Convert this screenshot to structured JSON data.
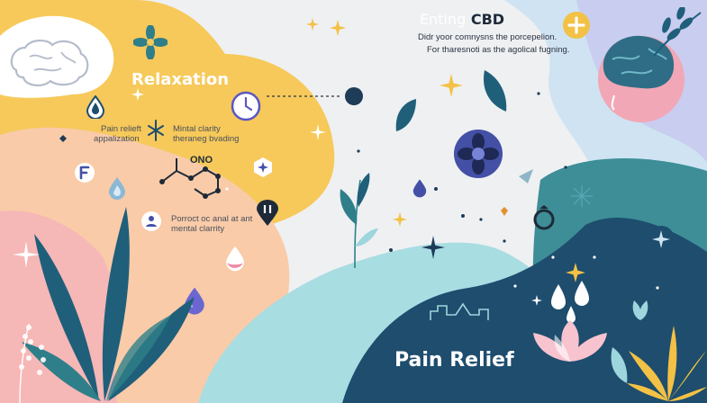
{
  "header": {
    "title_part1": "Enting",
    "title_part2": "CBD",
    "line1": "Didr yoor comnysns the porcepelion.",
    "line2": "For tharesnoti as the agolical fugning."
  },
  "relaxation": {
    "title": "Relaxation",
    "label_pain_1": "Pain relieft",
    "label_pain_2": "appalization",
    "label_clarity_1": "Mintal clarity",
    "label_clarity_2": "theraneg bvading",
    "molecule_label": "ONO",
    "info_1": "Porroct oc anal at ant",
    "info_2": "mental clarrity"
  },
  "pain_relief": {
    "title": "Pain Relief"
  },
  "colors": {
    "yellow": "#f6c95a",
    "peach": "#f9cba8",
    "pink": "#f6b7b7",
    "teal": "#2f7f8a",
    "navy": "#1e4d6e",
    "light_teal": "#9dd6dc",
    "lavender": "#7b6fd8",
    "leaf": "#1f5f7a",
    "accent_yellow": "#f3c145"
  },
  "icons": [
    "brain-icon",
    "teal-flower-icon",
    "sparkle-icon",
    "clock-icon",
    "drop-icon",
    "leaf-icon",
    "flower-badge-icon",
    "molecule-icon",
    "shield-icon",
    "person-icon",
    "pin-icon",
    "ring-icon",
    "lotus-icon",
    "plus-badge-icon",
    "star-icon"
  ]
}
